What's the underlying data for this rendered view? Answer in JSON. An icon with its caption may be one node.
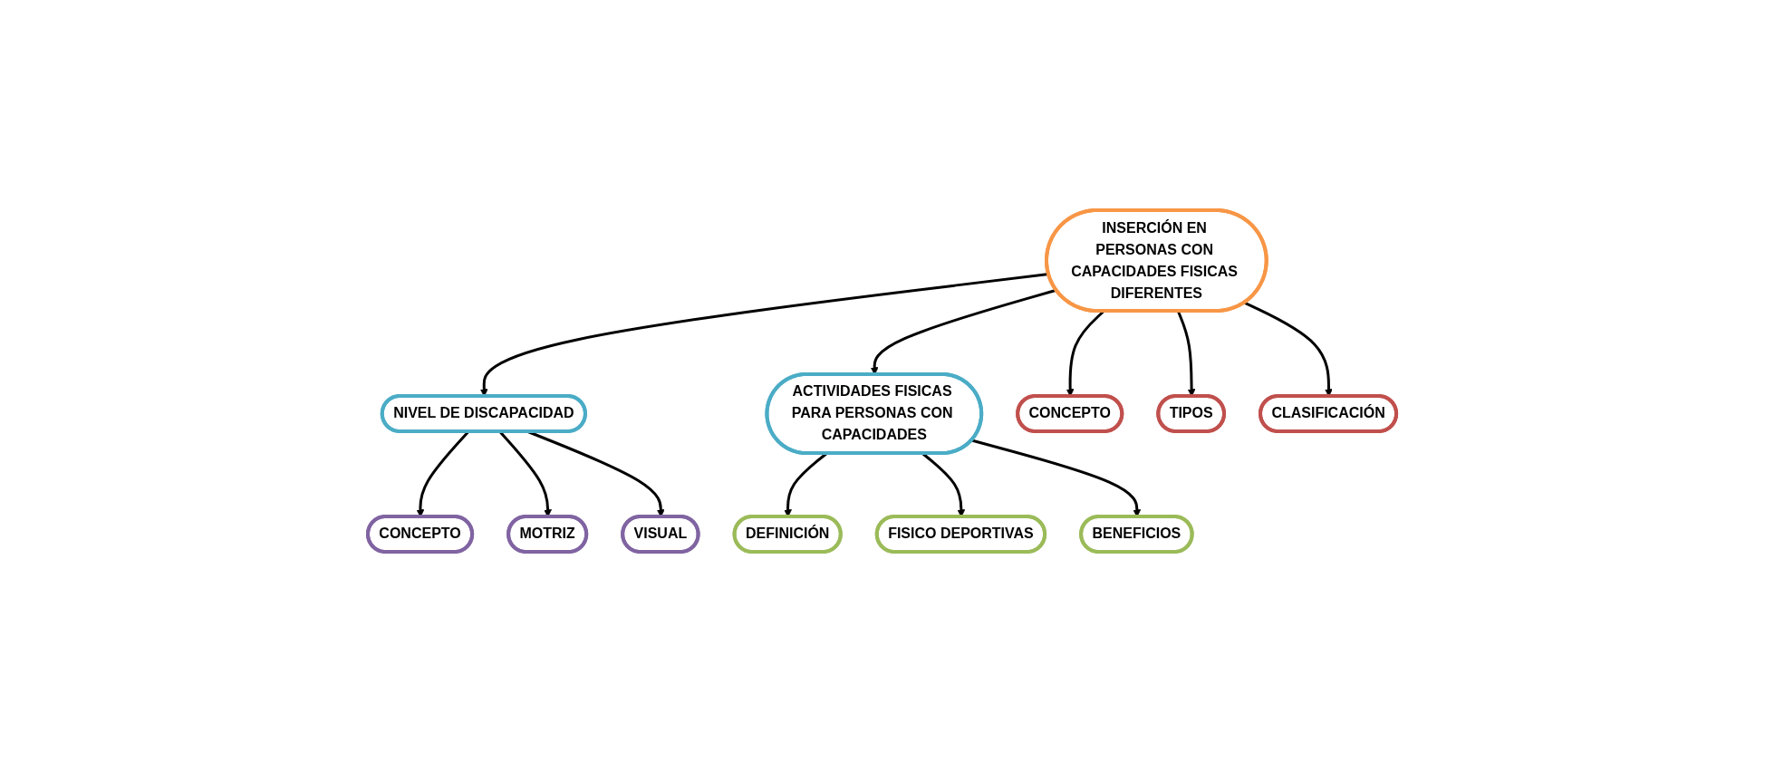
{
  "diagram": {
    "nodes": [
      {
        "text": [
          "INSERCIÓN EN PERSONAS CON CAPACIDADES FISICAS DIFERENTES"
        ]
      },
      {
        "text": [
          "NIVEL DE DISCAPACIDAD"
        ]
      },
      {
        "text": [
          "CONCEPTO"
        ]
      },
      {
        "text": [
          "MOTRIZ"
        ]
      },
      {
        "text": [
          "VISUAL"
        ]
      },
      {
        "text": [
          "ACTIVIDADES FISICAS PARA PERSONAS CON CAPACIDADES"
        ]
      },
      {
        "text": [
          "DEFINICIÓN"
        ]
      },
      {
        "text": [
          "FISICO DEPORTIVAS"
        ]
      },
      {
        "text": [
          "BENEFICIOS"
        ]
      },
      {
        "text": [
          "CONCEPTO"
        ]
      },
      {
        "text": [
          "TIPOS"
        ]
      },
      {
        "text": [
          "CLASIFICACIÓN"
        ]
      }
    ],
    "edges": [
      {
        "from": 0,
        "to": 1,
        "arrow": "to"
      },
      {
        "from": 0,
        "to": 5,
        "arrow": "to"
      },
      {
        "from": 0,
        "to": 9,
        "arrow": "to"
      },
      {
        "from": 0,
        "to": 10,
        "arrow": "to"
      },
      {
        "from": 0,
        "to": 11,
        "arrow": "to"
      },
      {
        "from": 1,
        "to": 2,
        "arrow": "to"
      },
      {
        "from": 1,
        "to": 3,
        "arrow": "to"
      },
      {
        "from": 1,
        "to": 4,
        "arrow": "to"
      },
      {
        "from": 5,
        "to": 6,
        "arrow": "to"
      },
      {
        "from": 5,
        "to": 7,
        "arrow": "to"
      },
      {
        "from": 5,
        "to": 8,
        "arrow": "to"
      }
    ]
  }
}
